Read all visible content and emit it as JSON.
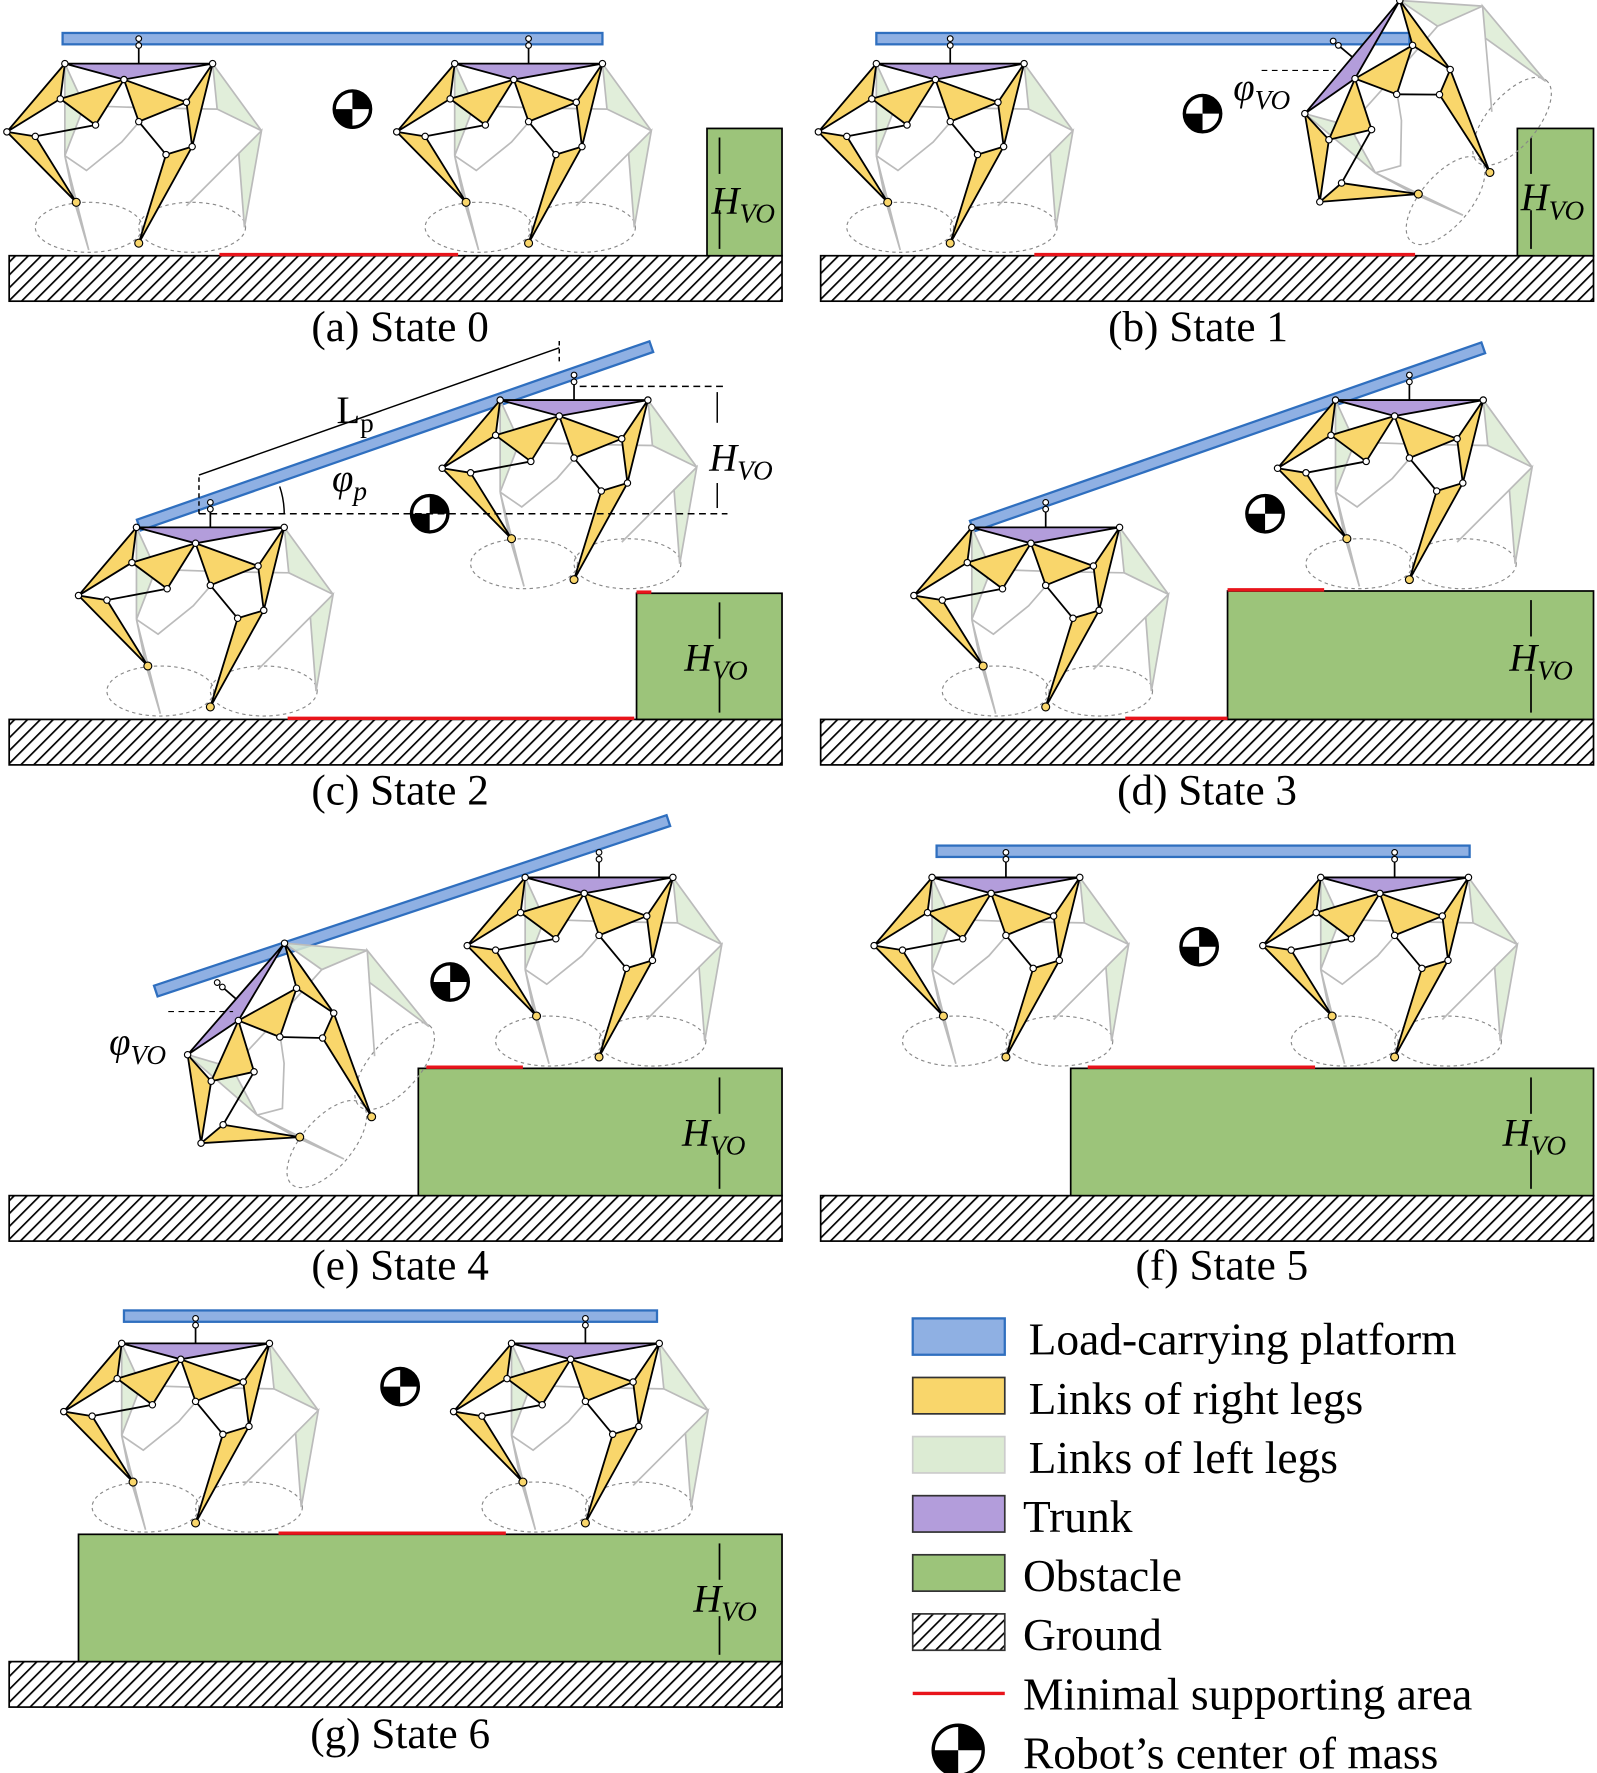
{
  "colors": {
    "platform": "#8fb0e3",
    "platform_stroke": "#2f6fbf",
    "right_legs": "#f9d66b",
    "left_legs": "#dcebd3",
    "trunk": "#b39ddb",
    "obstacle": "#9cc47a",
    "min_support": "#e8141b"
  },
  "panels": [
    {
      "caption": "(a) State 0",
      "obstacle_label": "H",
      "obstacle_label_sub": "VO"
    },
    {
      "caption": "(b) State 1",
      "obstacle_label": "H",
      "obstacle_label_sub": "VO",
      "angle_label": "φ",
      "angle_label_sub": "VO"
    },
    {
      "caption": "(c) State 2",
      "obstacle_label": "H",
      "obstacle_label_sub": "VO",
      "length_label": "L",
      "length_label_sub": "p",
      "angle_label": "φ",
      "angle_label_sub": "p",
      "height_label": "H",
      "height_label_sub": "VO"
    },
    {
      "caption": "(d) State 3",
      "obstacle_label": "H",
      "obstacle_label_sub": "VO"
    },
    {
      "caption": "(e) State 4",
      "obstacle_label": "H",
      "obstacle_label_sub": "VO",
      "angle_label": "φ",
      "angle_label_sub": "VO"
    },
    {
      "caption": "(f) State 5",
      "obstacle_label": "H",
      "obstacle_label_sub": "VO"
    },
    {
      "caption": "(g) State 6",
      "obstacle_label": "H",
      "obstacle_label_sub": "VO"
    }
  ],
  "legend": [
    {
      "label": "Load-carrying platform",
      "icon": "platform-swatch"
    },
    {
      "label": "Links of right legs",
      "icon": "right-legs-swatch"
    },
    {
      "label": "Links of left legs",
      "icon": "left-legs-swatch"
    },
    {
      "label": "Trunk",
      "icon": "trunk-swatch"
    },
    {
      "label": "Obstacle",
      "icon": "obstacle-swatch"
    },
    {
      "label": "Ground",
      "icon": "hatched-ground-swatch"
    },
    {
      "label": "Minimal supporting area",
      "icon": "red-line"
    },
    {
      "label": "Robot’s center of mass",
      "icon": "center-of-mass-icon"
    }
  ]
}
